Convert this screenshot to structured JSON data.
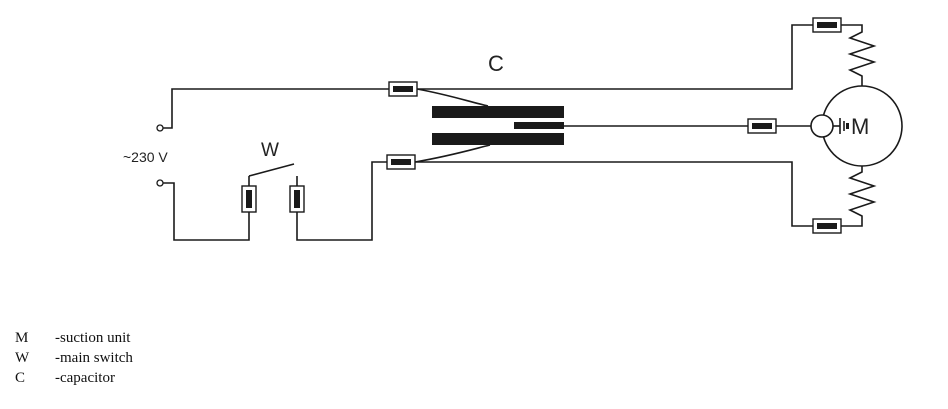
{
  "diagram": {
    "labels": {
      "capacitor": "C",
      "switch": "W",
      "voltage": "~230 V",
      "motor": "M"
    }
  },
  "legend": [
    {
      "key": "M",
      "desc": "-suction unit"
    },
    {
      "key": "W",
      "desc": "-main switch"
    },
    {
      "key": "C",
      "desc": "-capacitor"
    }
  ],
  "colors": {
    "line": "#1a1a1a",
    "background": "#ffffff"
  }
}
